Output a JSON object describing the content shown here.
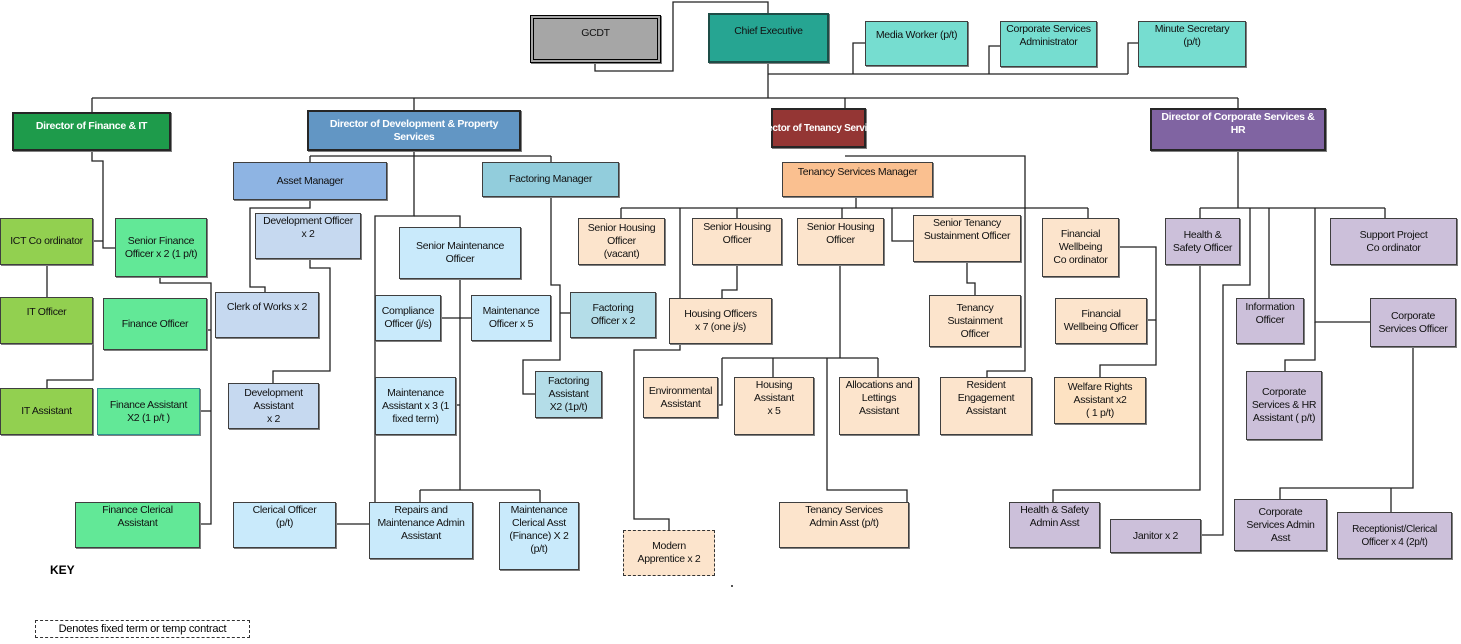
{
  "roles": {
    "gcdt": "GCDT",
    "chief_executive": "Chief Executive",
    "media_worker": "Media Worker (p/t)",
    "corp_services_administrator": "Corporate Services\nAdministrator",
    "minute_secretary": "Minute Secretary\n(p/t)",
    "dir_finance": "Director of Finance & IT",
    "dir_development": "Director of Development & Property\nServices",
    "dir_tenancy": "Director of Tenancy Services",
    "dir_corporate": "Director of Corporate Services &\nHR",
    "asset_manager": "Asset Manager",
    "factoring_manager": "Factoring Manager",
    "tenancy_services_manager": "Tenancy Services Manager",
    "ict_coordinator": "ICT Co ordinator",
    "senior_finance_officer": "Senior Finance\nOfficer x 2 (1 p/t)",
    "development_officer": "Development Officer\nx 2",
    "senior_maintenance_officer": "Senior Maintenance\nOfficer",
    "senior_housing_officer_vacant": "Senior Housing\nOfficer\n(vacant)",
    "senior_housing_officer_2": "Senior Housing\nOfficer",
    "senior_housing_officer_3": "Senior Housing\nOfficer",
    "senior_tenancy_sustainment": "Senior Tenancy\nSustainment Officer",
    "financial_wellbeing_coordinator": "Financial\nWellbeing\nCo ordinator",
    "health_safety_officer": "Health &\nSafety Officer",
    "support_project_coordinator": "Support Project\nCo ordinator",
    "it_officer": "IT Officer",
    "finance_officer": "Finance Officer",
    "clerk_of_works": "Clerk of Works x 2",
    "compliance_officer": "Compliance\nOfficer (j/s)",
    "maintenance_officer": "Maintenance\nOfficer x 5",
    "factoring_officer": "Factoring\nOfficer x 2",
    "housing_officers": "Housing Officers\nx 7 (one j/s)",
    "tenancy_sustainment_officer": "Tenancy\nSustainment\nOfficer",
    "financial_wellbeing_officer": "Financial\nWellbeing Officer",
    "information_officer": "Information\nOfficer",
    "corporate_services_officer": "Corporate\nServices Officer",
    "it_assistant": "IT Assistant",
    "finance_assistant": "Finance Assistant\nX2 (1 p/t )",
    "development_assistant": "Development\nAssistant\nx 2",
    "maintenance_assistant": "Maintenance\nAssistant x 3 (1\nfixed term)",
    "factoring_assistant": "Factoring\nAssistant\nX2  (1p/t)",
    "environmental_assistant": "Environmental\nAssistant",
    "housing_assistant": "Housing\nAssistant\nx 5",
    "allocations_lettings_assistant": "Allocations and\nLettings\nAssistant",
    "resident_engagement_assistant": "Resident\nEngagement\nAssistant",
    "welfare_rights_assistant": "Welfare Rights\nAssistant x2\n( 1 p/t)",
    "corp_hr_assistant": "Corporate\nServices & HR\nAssistant ( p/t)",
    "finance_clerical_assistant": "Finance Clerical\nAssistant",
    "clerical_officer": "Clerical Officer\n(p/t)",
    "repairs_maintenance_admin": "Repairs and\nMaintenance Admin\nAssistant",
    "maintenance_clerical_asst": "Maintenance\nClerical Asst\n(Finance) X 2\n(p/t)",
    "modern_apprentice": "Modern\nApprentice x 2",
    "tenancy_services_admin_asst": "Tenancy Services\nAdmin Asst (p/t)",
    "health_safety_admin_asst": "Health & Safety\nAdmin Asst",
    "janitor": "Janitor x 2",
    "corp_services_admin_asst": "Corporate\nServices Admin\nAsst",
    "receptionist_clerical": "Receptionist/Clerical\nOfficer x 4  (2p/t)"
  },
  "key": {
    "title": "KEY",
    "fixed_term_legend": "Denotes fixed term or temp contract"
  },
  "colors": {
    "gcdt": "#a6a6a6",
    "chief_executive": "#26a592",
    "dir_finance": "#1e9b4b",
    "dir_development": "#6296c4",
    "dir_tenancy": "#943634",
    "dir_corporate": "#8064a2",
    "asset_manager": "#8eb4e3",
    "factoring_manager": "#92cddc",
    "tenancy_services_manager": "#fac090"
  }
}
